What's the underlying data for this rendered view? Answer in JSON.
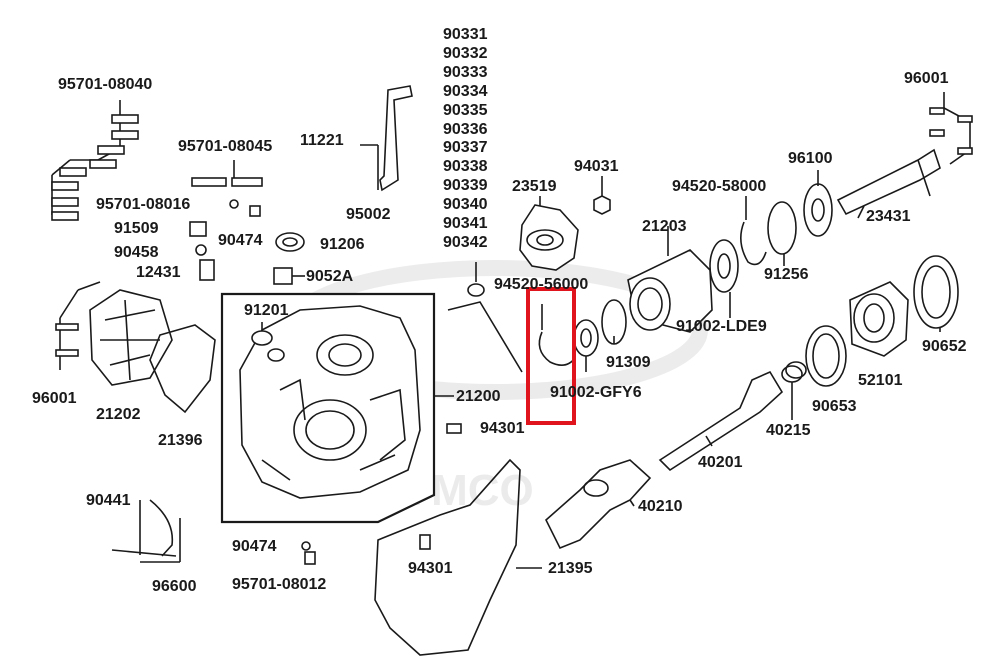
{
  "watermark": "KYMCO",
  "highlight_color": "#e0141c",
  "labels": {
    "p95701_08040": "95701-08040",
    "p95701_08045": "95701-08045",
    "p11221": "11221",
    "p95701_08016": "95701-08016",
    "p91509": "91509",
    "p90474_top": "90474",
    "p91206": "91206",
    "p95002": "95002",
    "p90458": "90458",
    "p12431": "12431",
    "p9052A": "9052A",
    "p91201": "91201",
    "p21200": "21200",
    "p96001_left": "96001",
    "p21202": "21202",
    "p21396": "21396",
    "p94301_mid": "94301",
    "p90441": "90441",
    "p96600": "96600",
    "p90474_bottom": "90474",
    "p95701_08012": "95701-08012",
    "p94301_bottom": "94301",
    "p21395": "21395",
    "p94031": "94031",
    "p23519": "23519",
    "p94520_56000": "94520-56000",
    "p91002_GFY6": "91002-GFY6",
    "p91309": "91309",
    "p21203": "21203",
    "p94520_58000": "94520-58000",
    "p96100": "96100",
    "p96001_right": "96001",
    "p23431": "23431",
    "p91256": "91256",
    "p91002_LDE9": "91002-LDE9",
    "p90652": "90652",
    "p52101": "52101",
    "p90653": "90653",
    "p40215": "40215",
    "p40201": "40201",
    "p40210": "40210"
  },
  "stack_labels": [
    "90331",
    "90332",
    "90333",
    "90334",
    "90335",
    "90336",
    "90337",
    "90338",
    "90339",
    "90340",
    "90341",
    "90342"
  ]
}
